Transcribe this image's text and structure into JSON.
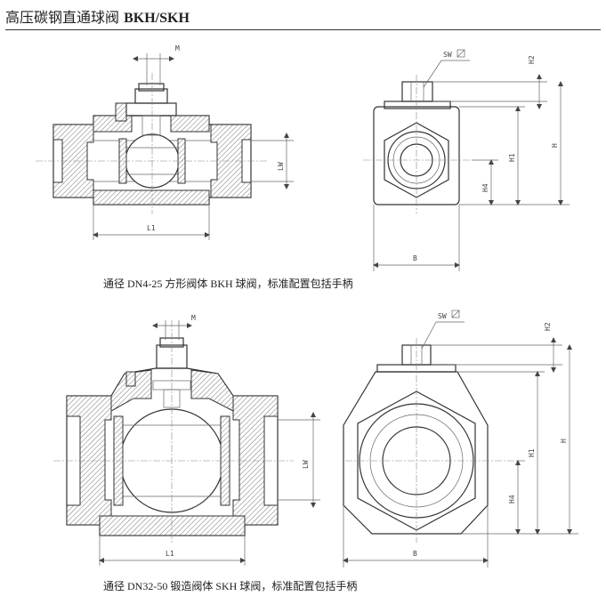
{
  "header": {
    "title_cn": "高压碳钢直通球阀",
    "title_model": "BKH/SKH"
  },
  "figure_top": {
    "caption": "通径 DN4-25  方形阀体 BKH 球阀，标准配置包括手柄",
    "labels": {
      "m": "M",
      "lw": "LW",
      "l1": "L1",
      "sw": "SW",
      "h2": "H2",
      "h": "H",
      "h1": "H1",
      "h4": "H4",
      "b": "B"
    }
  },
  "figure_bottom": {
    "caption": "通径 DN32-50  锻造阀体 SKH 球阀，标准配置包括手柄",
    "labels": {
      "m": "M",
      "lw": "LW",
      "l1": "L1",
      "sw": "SW",
      "h2": "H2",
      "h": "H",
      "h1": "H1",
      "h4": "H4",
      "b": "B"
    }
  }
}
